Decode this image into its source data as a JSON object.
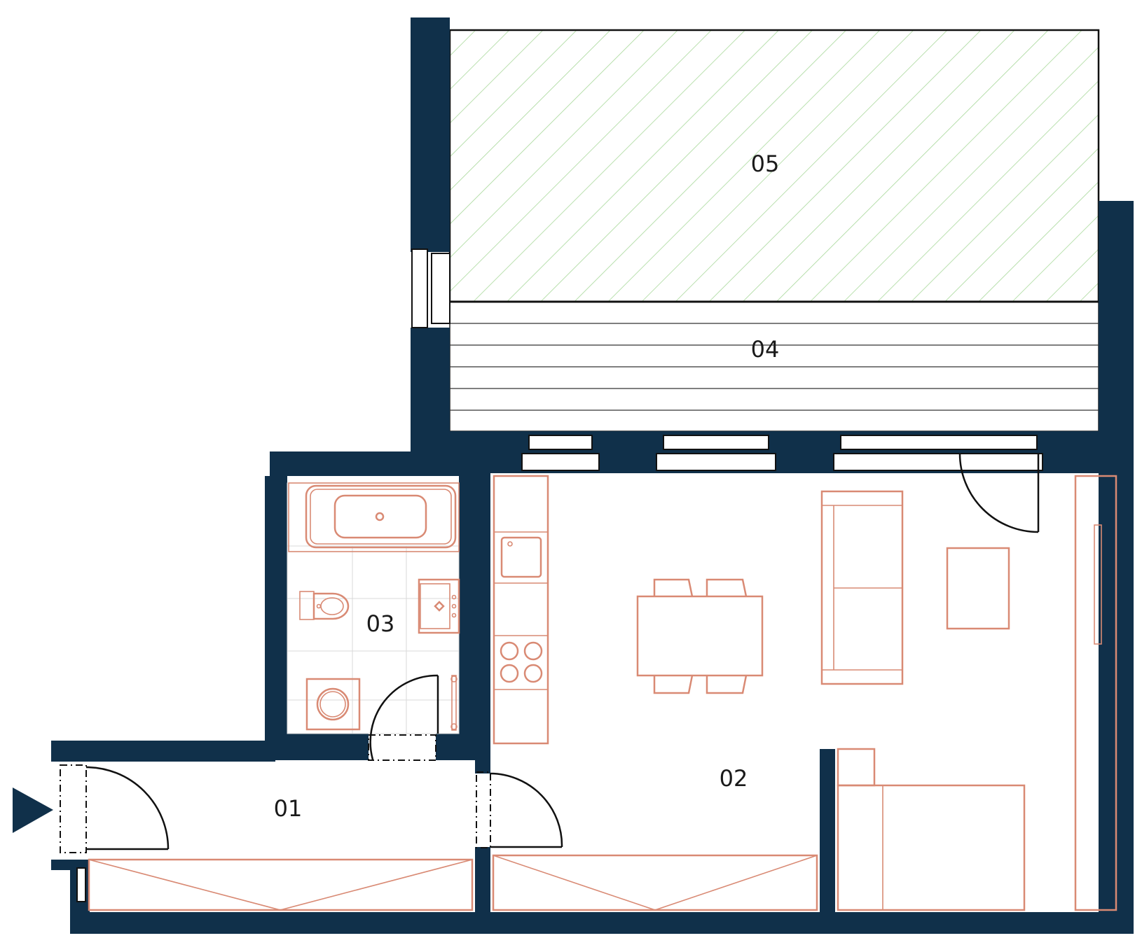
{
  "plan": {
    "rooms": [
      {
        "id": "01",
        "label": "01"
      },
      {
        "id": "02",
        "label": "02"
      },
      {
        "id": "03",
        "label": "03"
      },
      {
        "id": "04",
        "label": "04"
      },
      {
        "id": "05",
        "label": "05"
      }
    ],
    "colors": {
      "walls": "#10304a",
      "furniture": "#d98a74",
      "terrace_hatch": "#a8d89a",
      "entrance_marker": "#10304a"
    },
    "icons": [
      "entrance-arrow-icon",
      "bathtub-icon",
      "toilet-icon",
      "washbasin-icon",
      "washing-machine-icon",
      "kitchen-sink-icon",
      "cooktop-icon",
      "dining-table-icon",
      "sofa-icon",
      "coffee-table-icon",
      "bed-icon",
      "wardrobe-icon",
      "door-swing-icon",
      "window-icon"
    ]
  }
}
